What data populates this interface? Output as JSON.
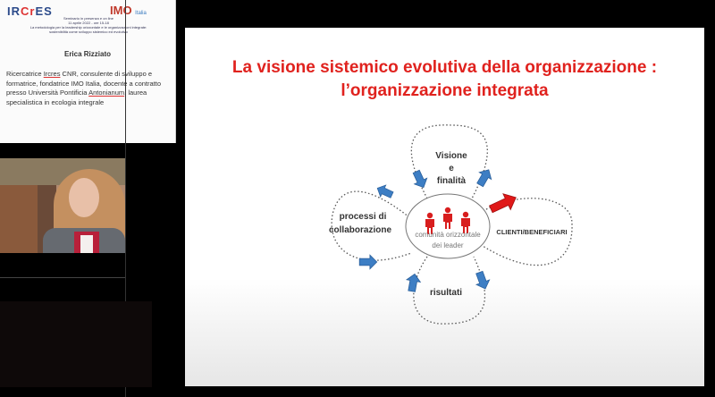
{
  "info_slide": {
    "logo_left": "IRCrES",
    "logo_right": "IMO",
    "logo_right_sub": "Italia",
    "header_lines": [
      "Seminario in presenza e on line",
      "11 aprile 2022 - ore 15-18",
      "La metodologia per la leadership orizzontale e le organizzazioni integrate:",
      "sostenibilità come sviluppo sistemico ed evolutivo"
    ],
    "speaker_name": "Erica Rizziato",
    "bio_parts": [
      "Ricercatrice ",
      "Ircres",
      " CNR, consulente di sviluppo e formatrice, fondatrice IMO Italia, docente a contratto presso Università Pontificia ",
      "Antonianum",
      ", laurea specialistica in ecologia integrale"
    ]
  },
  "main_slide": {
    "title_line1": "La visione sistemico evolutiva della organizzazione :",
    "title_line2": "l’organizzazione integrata",
    "title_color": "#e0221e",
    "diagram": {
      "center_line1": "comunità orizzontale",
      "center_line2": "dei leader",
      "top": [
        "Visione",
        "e",
        "finalità"
      ],
      "left": [
        "processi di",
        "collaborazione"
      ],
      "right": "CLIENTI/BENEFICIARI",
      "bottom": "risultati",
      "arrow_color": "#3d7ec4",
      "highlight_arrow_color": "#e01818",
      "people_icon_color": "#d81e1e"
    }
  }
}
